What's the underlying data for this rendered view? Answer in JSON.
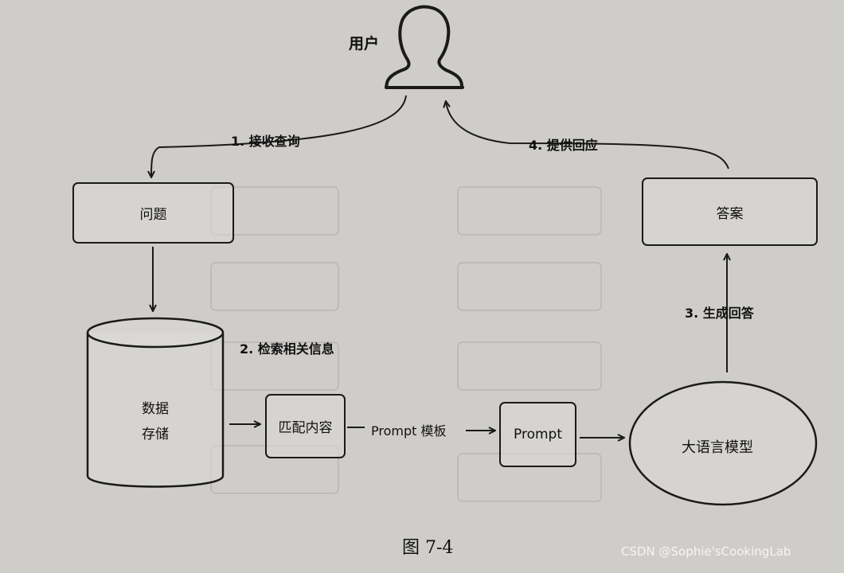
{
  "nodes": {
    "user": "用户",
    "question": "问题",
    "datastore_line1": "数据",
    "datastore_line2": "存储",
    "match": "匹配内容",
    "prompt": "Prompt",
    "llm": "大语言模型",
    "answer": "答案"
  },
  "edges": {
    "receive_query": "1. 接收查询",
    "retrieve": "2. 检索相关信息",
    "prompt_template": "Prompt 模板",
    "generate": "3. 生成回答",
    "respond": "4. 提供回应"
  },
  "caption": "图 7-4",
  "watermark": "CSDN @Sophie'sCookingLab"
}
